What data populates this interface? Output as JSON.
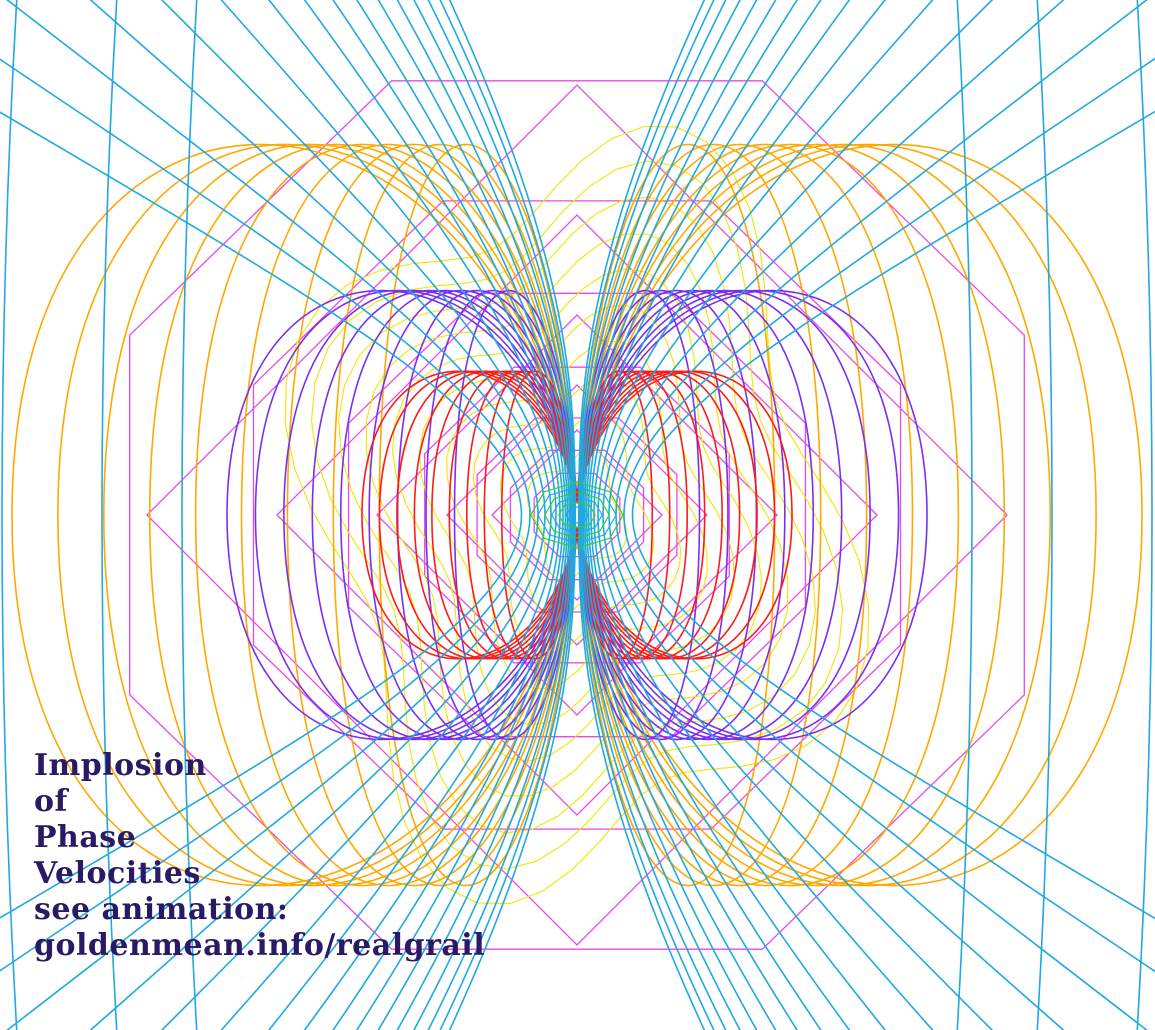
{
  "caption": {
    "lines": [
      "Implosion",
      "of",
      "Phase",
      "Velocities",
      "see animation:",
      "goldenmean.info/realgrail"
    ]
  },
  "colors": {
    "background": "#ffffff",
    "text": "#2a1a66",
    "cyan": "#1fa9e0",
    "orange": "#ffa800",
    "purple": "#7a2ff0",
    "red": "#ff1a1a",
    "magenta": "#e64ae6",
    "yellow": "#f2e600",
    "green": "#33cc33"
  }
}
